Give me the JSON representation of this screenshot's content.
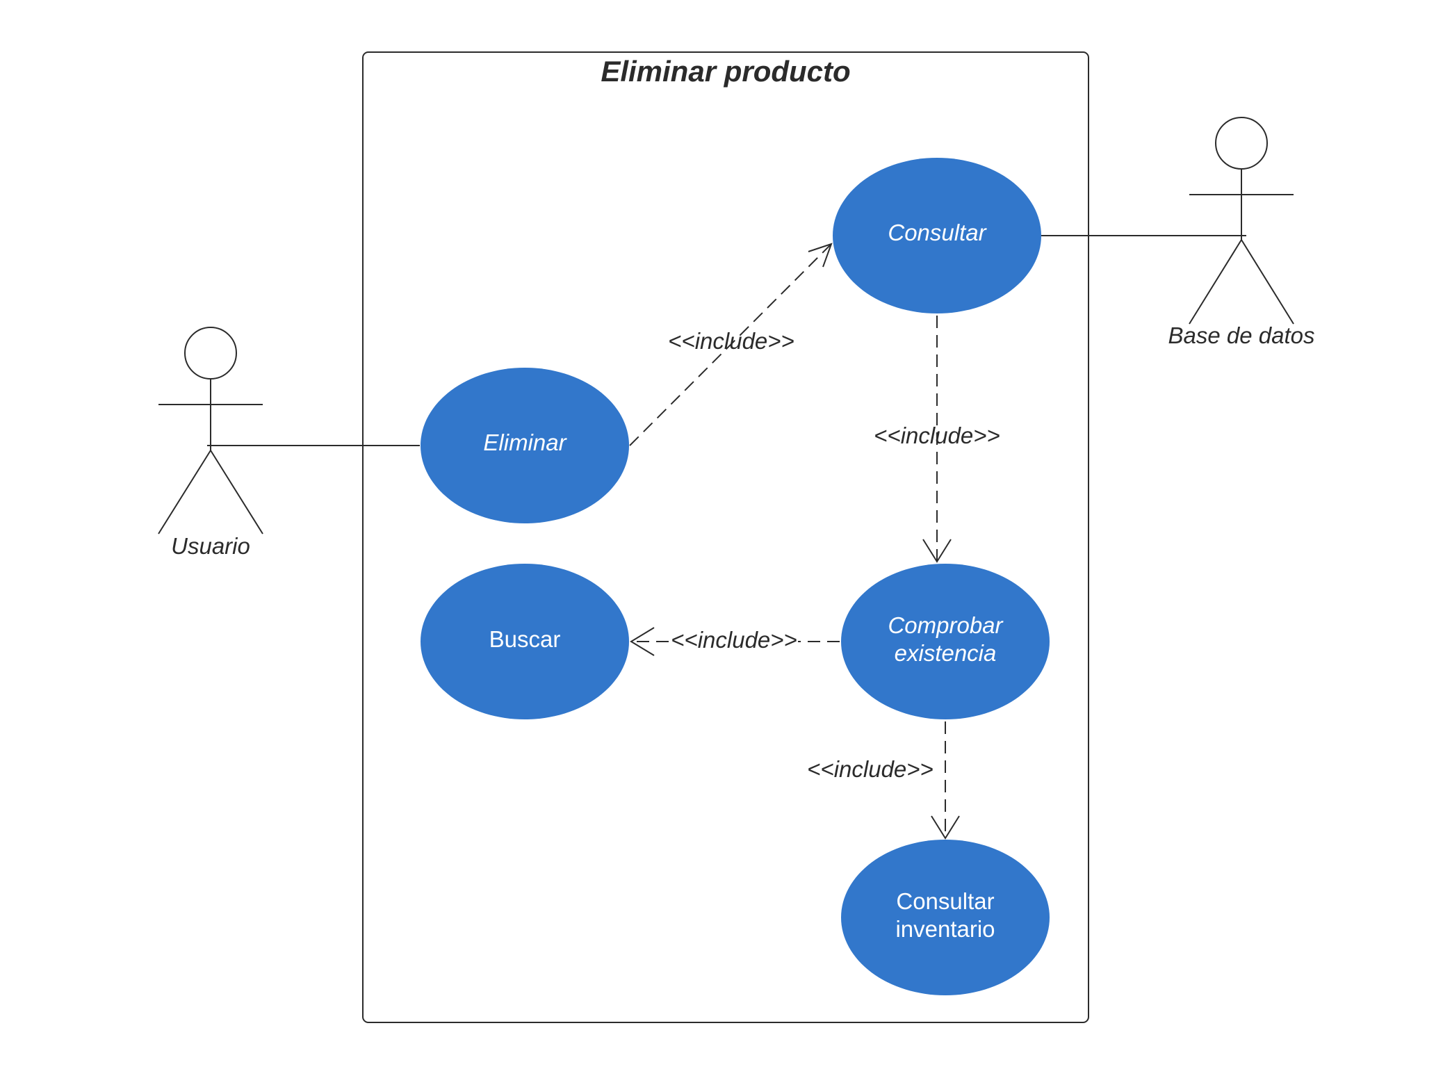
{
  "diagram": {
    "title": "Eliminar producto",
    "colors": {
      "usecase_fill": "#3277CB",
      "usecase_text": "#FFFFFF",
      "ink": "#2B2B2B"
    },
    "actors": {
      "usuario": "Usuario",
      "base_de_datos": "Base de datos"
    },
    "use_cases": {
      "eliminar": [
        "Eliminar"
      ],
      "consultar": [
        "Consultar"
      ],
      "buscar": [
        "Buscar"
      ],
      "comprobar_existencia": [
        "Comprobar",
        "existencia"
      ],
      "consultar_inventario": [
        "Consultar",
        "inventario"
      ]
    },
    "relationships": {
      "eliminar_consultar": "<<include>>",
      "consultar_comprobar": "<<include>>",
      "comprobar_buscar": "<<include>>",
      "comprobar_inventario": "<<include>>"
    }
  }
}
